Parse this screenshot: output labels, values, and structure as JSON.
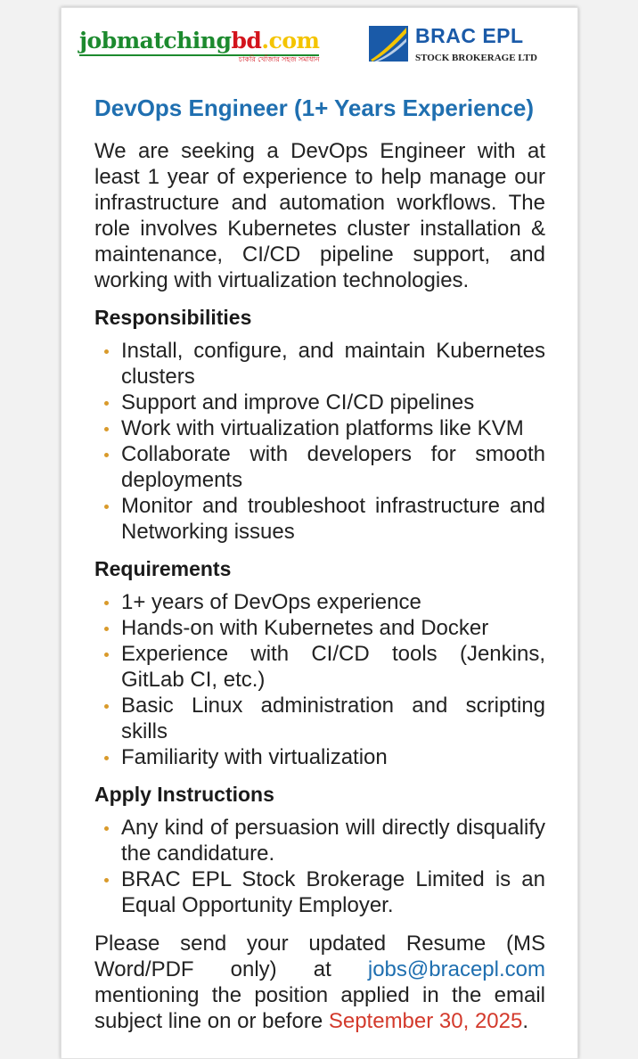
{
  "header": {
    "jm_part1": "jobmatching",
    "jm_part2": "bd",
    "jm_part3": ".com",
    "jm_tagline": "চাকরি খোঁজার সহজ সমাধান",
    "brac_name": "BRAC EPL",
    "brac_sub": "STOCK BROKERAGE LTD",
    "colors": {
      "jm_green": "#1c8a2e",
      "jm_red": "#d3141c",
      "jm_yellow": "#f4c400",
      "brac_blue": "#1a5aa8"
    }
  },
  "job": {
    "title": "DevOps Engineer (1+ Years Experience)",
    "intro": "We are seeking a DevOps Engineer with at least 1 year of experience to help manage our infrastructure and automation workflows. The role involves Kubernetes cluster installation & maintenance, CI/CD pipeline support, and working with virtualization technologies.",
    "responsibilities_heading": "Responsibilities",
    "responsibilities": [
      "Install, configure, and maintain Kubernetes clusters",
      "Support and improve CI/CD pipelines",
      "Work with virtualization platforms like KVM",
      "Collaborate with developers for smooth deployments",
      "Monitor and troubleshoot infrastructure and Networking issues"
    ],
    "requirements_heading": "Requirements",
    "requirements": [
      "1+ years of DevOps experience",
      "Hands-on with Kubernetes and Docker",
      "Experience with CI/CD tools (Jenkins, GitLab CI, etc.)",
      "Basic Linux administration and scripting skills",
      "Familiarity with virtualization"
    ],
    "apply_heading": "Apply Instructions",
    "apply": [
      "Any kind of persuasion will directly disqualify the candidature.",
      "BRAC EPL Stock Brokerage Limited is an Equal Opportunity Employer."
    ],
    "closing_before": "Please send your updated Resume (MS Word/PDF only) at",
    "email": "jobs@bracepl.com",
    "closing_middle": "mentioning the position applied in the email subject line on or before",
    "deadline": "September 30, 2025",
    "closing_end": ".",
    "colors": {
      "title": "#1f6fb0",
      "bullet": "#d99a2b",
      "deadline": "#d33a2c"
    }
  }
}
